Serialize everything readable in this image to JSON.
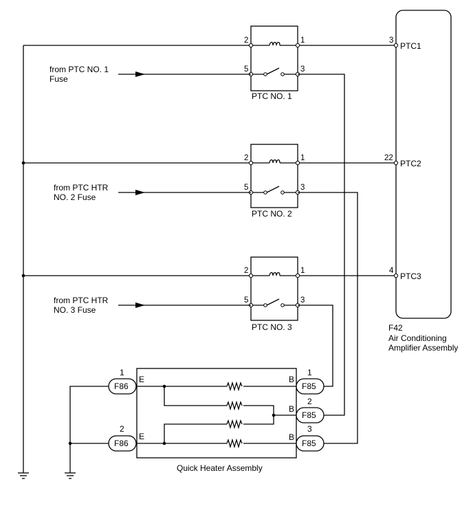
{
  "relays": [
    {
      "label": "PTC NO. 1",
      "source_line1": "from PTC NO. 1",
      "source_line2": "Fuse",
      "pins": [
        "2",
        "1",
        "5",
        "3"
      ]
    },
    {
      "label": "PTC NO. 2",
      "source_line1": "from PTC HTR",
      "source_line2": "NO. 2 Fuse",
      "pins": [
        "2",
        "1",
        "5",
        "3"
      ]
    },
    {
      "label": "PTC NO. 3",
      "source_line1": "from PTC HTR",
      "source_line2": "NO. 3 Fuse",
      "pins": [
        "2",
        "1",
        "5",
        "3"
      ]
    }
  ],
  "amplifier": {
    "connector": "F42",
    "name_line1": "Air Conditioning",
    "name_line2": "Amplifier Assembly",
    "pins": [
      {
        "num": "3",
        "name": "PTC1"
      },
      {
        "num": "22",
        "name": "PTC2"
      },
      {
        "num": "4",
        "name": "PTC3"
      }
    ]
  },
  "heater": {
    "name": "Quick Heater Assembly",
    "left_connectors": [
      {
        "id": "F86",
        "pin": "1",
        "terminal": "E"
      },
      {
        "id": "F86",
        "pin": "2",
        "terminal": "E"
      }
    ],
    "right_connectors": [
      {
        "id": "F85",
        "pin": "1",
        "terminal": "B"
      },
      {
        "id": "F85",
        "pin": "2",
        "terminal": "B"
      },
      {
        "id": "F85",
        "pin": "3",
        "terminal": "B"
      }
    ]
  }
}
